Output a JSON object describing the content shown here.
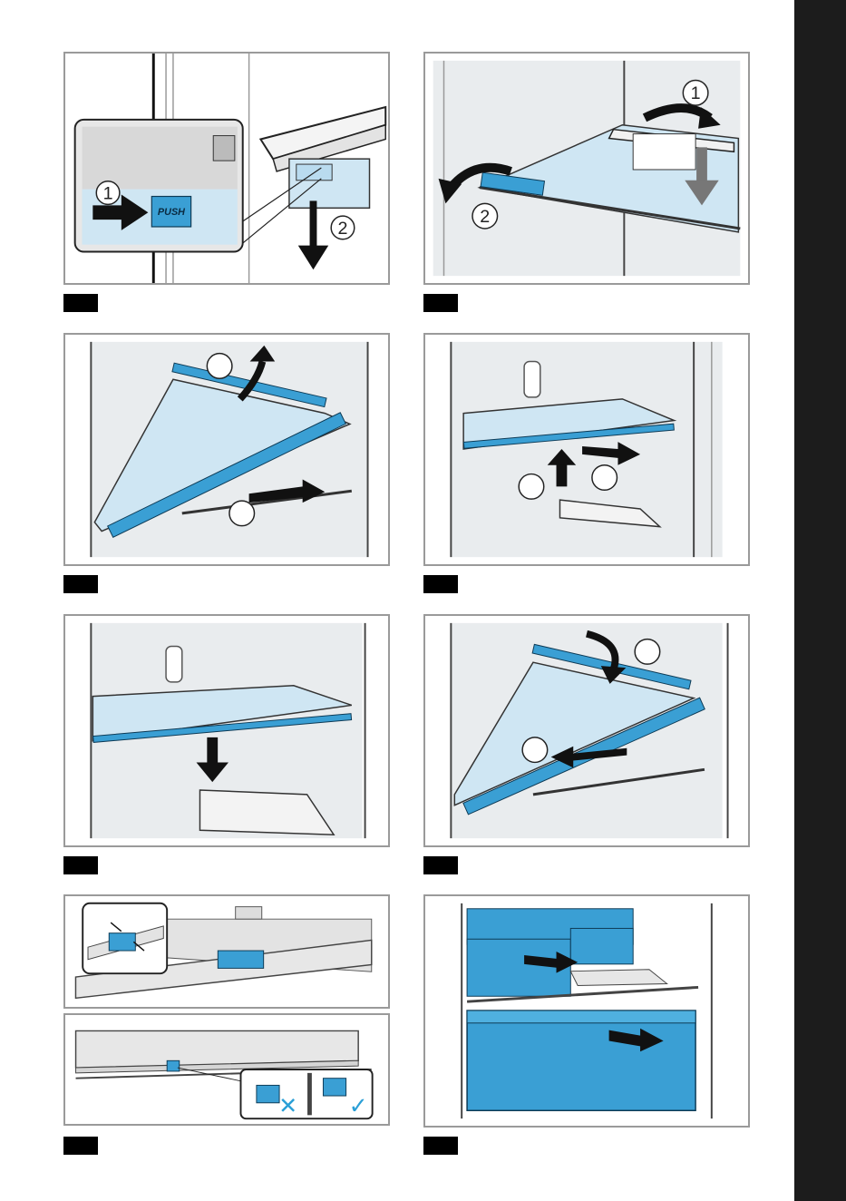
{
  "figures": [
    {
      "id": "fig1",
      "badges": [
        "1",
        "2"
      ],
      "push_label": "PUSH"
    },
    {
      "id": "fig2",
      "badges": [
        "1",
        "2"
      ]
    },
    {
      "id": "fig3",
      "badges": []
    },
    {
      "id": "fig4",
      "badges": []
    },
    {
      "id": "fig5",
      "badges": []
    },
    {
      "id": "fig6",
      "badges": []
    },
    {
      "id": "fig7",
      "badges": [],
      "wrong_mark": "✕",
      "right_mark": "✓"
    },
    {
      "id": "fig8",
      "badges": []
    }
  ],
  "colors": {
    "accent_blue": "#3a9fd4",
    "glass_blue": "#cfe6f3",
    "glass_shade": "#b9dbef",
    "inner_wall": "#e9ecee",
    "step_tab": "#000000",
    "side_tab": "#1c1c1c",
    "check_green": "#2a9fd6"
  }
}
